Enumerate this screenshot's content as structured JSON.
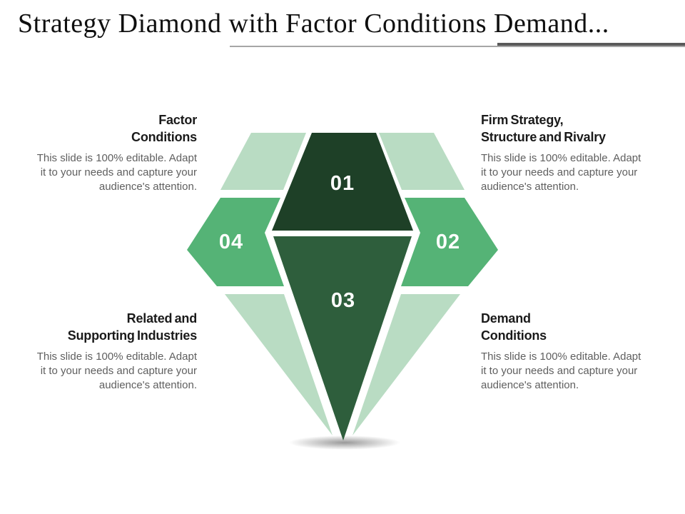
{
  "slide": {
    "title": "Strategy Diamond with Factor Conditions Demand...",
    "background_color": "#ffffff",
    "underline": {
      "thin_color": "#a6a6a6",
      "accent_color": "#595959"
    }
  },
  "diagram": {
    "colors": {
      "pale_green": "#b9dcc3",
      "medium_green": "#55b376",
      "dark_green": "#1e4027",
      "mid_dark_green": "#2e5e3c",
      "number_text": "#ffffff"
    },
    "numbers": [
      "01",
      "02",
      "03",
      "04"
    ]
  },
  "blocks": {
    "factor": {
      "heading": "Factor\nConditions",
      "body": "This slide is 100% editable. Adapt\nit to your needs and capture your\naudience's attention."
    },
    "firm": {
      "heading": "Firm Strategy,\nStructure and Rivalry",
      "body": "This slide is 100% editable. Adapt\nit to your needs and capture your\naudience's attention."
    },
    "related": {
      "heading": "Related and\nSupporting Industries",
      "body": "This slide is 100% editable. Adapt\nit to your needs and capture your\naudience's attention."
    },
    "demand": {
      "heading": "Demand\nConditions",
      "body": "This slide is 100% editable. Adapt\nit to your needs and capture your\naudience's attention."
    }
  }
}
